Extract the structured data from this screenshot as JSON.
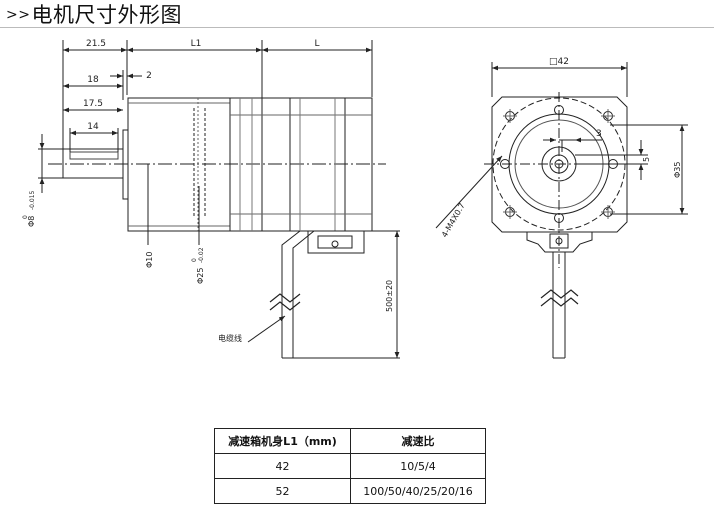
{
  "title": {
    "prefix": ">>",
    "text": "电机尺寸外形图"
  },
  "dimensions": {
    "d21_5": "21.5",
    "L1": "L1",
    "L": "L",
    "d18": "18",
    "d2": "2",
    "d17_5": "17.5",
    "d14": "14",
    "shaft_dia": "Φ8",
    "shaft_tol_top": "0",
    "shaft_tol_bottom": "-0.015",
    "phi10": "Φ10",
    "phi25": "Φ25",
    "phi25_tol_top": "0",
    "phi25_tol_bottom": "-0.02",
    "cable_len": "500±20",
    "cable_label": "电缆线",
    "square": "□",
    "sq42": "42",
    "d3": "3",
    "d5": "5",
    "phi35": "Φ35",
    "holes": "4-M4X0.7"
  },
  "table": {
    "headers": [
      "减速箱机身L1（mm)",
      "减速比"
    ],
    "rows": [
      [
        "42",
        "10/5/4"
      ],
      [
        "52",
        "100/50/40/25/20/16"
      ]
    ]
  }
}
